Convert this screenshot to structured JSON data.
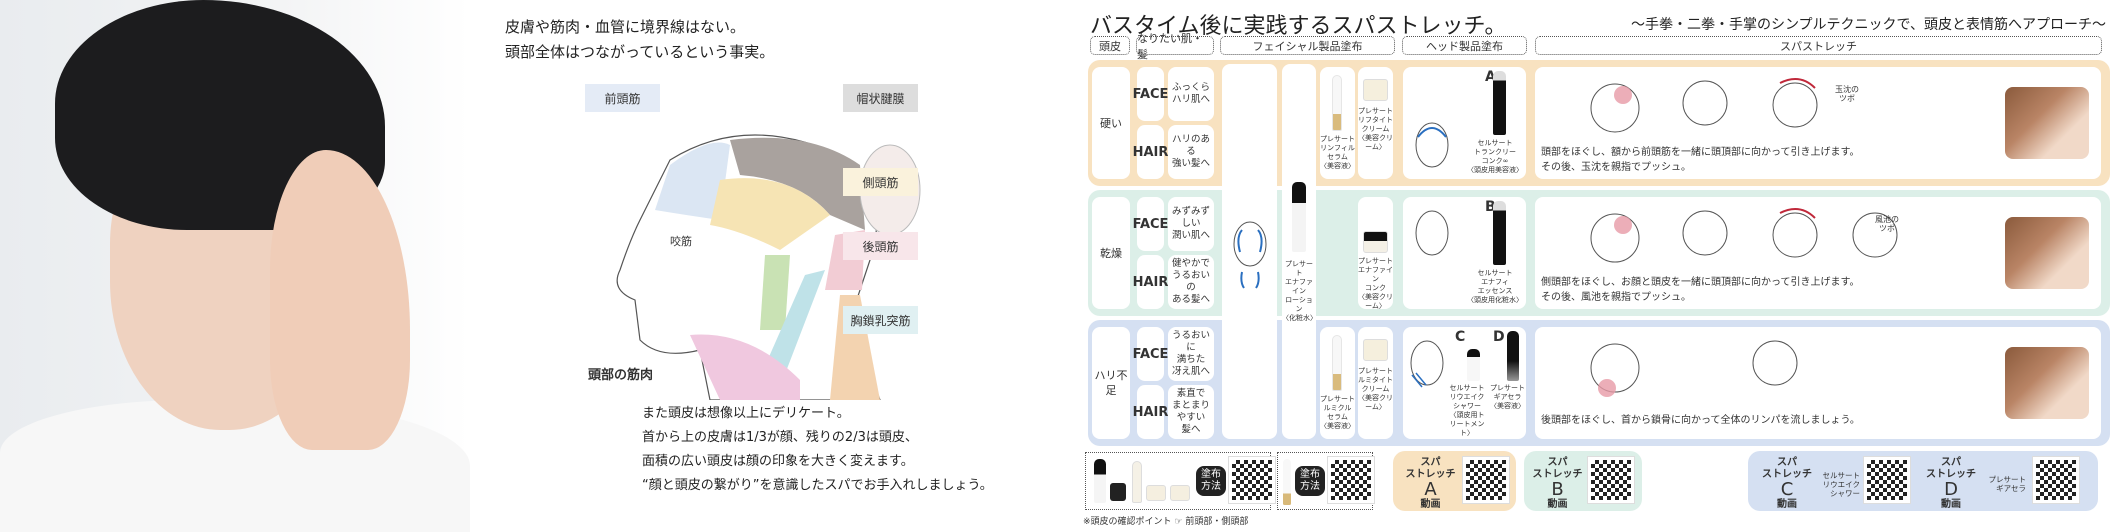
{
  "intro": {
    "line1": "皮膚や筋肉・血管に境界線はない。",
    "line2": "頭部全体はつながっているという事実。"
  },
  "muscles": {
    "frontal": "前頭筋",
    "galea": "帽状腱膜",
    "temporal": "側頭筋",
    "occipital": "後頭筋",
    "scm": "胸鎖乳突筋",
    "masseter": "咬筋",
    "caption": "頭部の筋肉"
  },
  "body": [
    "また頭皮は想像以上にデリケート。",
    "首から上の皮膚は1/3が顔、残りの2/3は頭皮、",
    "面積の広い頭皮は顔の印象を大きく変えます。",
    "“顔と頭皮の繋がり”を意識したスパでお手入れしましょう。"
  ],
  "guide": {
    "title": "バスタイム後に実践するスパストレッチ。",
    "subtitle": "〜手拳・二拳・手掌のシンプルテクニックで、頭皮と表情筋へアプローチ〜",
    "headers": [
      "頭皮",
      "なりたい肌・髪",
      "フェイシャル製品塗布",
      "ヘッド製品塗布",
      "スパストレッチ"
    ],
    "shared_product": "プレサート\nエナファイン\nローション\n〈化粧水〉",
    "rows": [
      {
        "scalp": "硬い",
        "face_label": "FACE",
        "face_goal": "ふっくら\nハリ肌へ",
        "hair_label": "HAIR",
        "hair_goal": "ハリのある\n強い髪へ",
        "prod1": "プレサート\nリンフィル\nセラム\n〈美容液〉",
        "prod2": "プレサート\nリフタイト\nクリーム\n〈美容クリーム〉",
        "head_letter": "A",
        "head_prod": "セルサート\nトランクリー\nコンク∞\n〈頭皮用美容液〉",
        "tsubo": "玉沈の\nツボ",
        "stretch": "頭部をほぐし、額から前頭筋を一緒に頭頂部に向かって引き上げます。\nその後、玉沈を親指でプッシュ。",
        "color": "#f8e2c0"
      },
      {
        "scalp": "乾燥",
        "face_label": "FACE",
        "face_goal": "みずみずしい\n潤い肌へ",
        "hair_label": "HAIR",
        "hair_goal": "健やかで\nうるおいの\nある髪へ",
        "prod1": "",
        "prod2": "プレサート\nエナファイン\nコンク\n〈美容クリーム〉",
        "head_letter": "B",
        "head_prod": "セルサート\nエナフィ\nエッセンス\n〈頭皮用化粧水〉",
        "tsubo": "風池の\nツボ",
        "stretch": "側頭部をほぐし、お顔と頭皮を一緒に頭頂部に向かって引き上げます。\nその後、風池を親指でプッシュ。",
        "color": "#dcefe8"
      },
      {
        "scalp": "ハリ不足",
        "face_label": "FACE",
        "face_goal": "うるおいに\n満ちた\n冴え肌へ",
        "hair_label": "HAIR",
        "hair_goal": "素直で\nまとまりやすい\n髪へ",
        "prod1": "プレサート\nルミクル\nセラム\n〈美容液〉",
        "prod2": "プレサート\nルミタイト\nクリーム\n〈美容クリーム〉",
        "head_letter": "C",
        "head_prod": "セルサート\nリウエイク\nシャワー\n〈頭皮用トリートメント〉",
        "head_letter2": "D",
        "head_prod2": "プレサート\nギアセラ\n〈美容液〉",
        "tsubo": "",
        "stretch": "後頭部をほぐし、首から鎖骨に向かって全体のリンパを流しましょう。",
        "color": "#d5e0f2"
      }
    ],
    "footer": {
      "apply": "塗布\n方法",
      "note": "※頭皮の確認ポイント ☞ 前頭部・側頭部",
      "spa_prefix": "スパ\nストレッチ",
      "video": "動画",
      "letters": [
        "A",
        "B",
        "C",
        "D"
      ],
      "c_prod": "セルサート\nリウエイク\nシャワー",
      "d_prod": "プレサート\nギアセラ"
    }
  }
}
